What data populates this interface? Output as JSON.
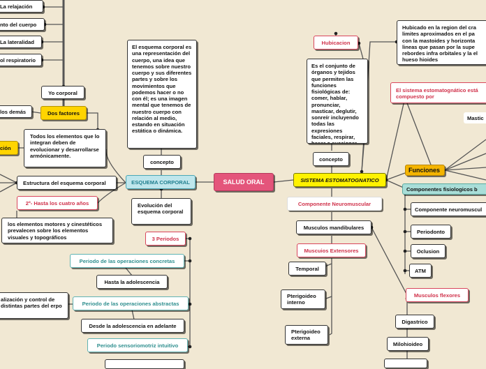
{
  "central": "SALUD ORAL",
  "left": {
    "esquema_corporal": "ESQUEMA CORPORAL",
    "concepto": "concepto",
    "definicion": "El esquema corporal es una representación del cuerpo, una idea que tenemos sobre nuestro cuerpo y sus diferentes partes y sobre los movimientos que podemos hacer o no con él; es una imagen mental que tenemos de nuestro cuerpo con relación al medio, estando en situación estática o dinámica.",
    "evolucion": "Evolución del esquema corporal",
    "tres_periodos": "3 Periodos",
    "periodo_concretas": "Periodo de las operaciones concretas",
    "hasta_adolescencia": "Hasta la adolescencia",
    "periodo_abstractas": "Periodo de las operaciones abstractas",
    "desde_adolescencia": "Desde la adolescencia en adelante",
    "periodo_sensoriomotriz": "Periodo sensoriomotriz intuitivo",
    "estructura": "Estructura del esquema corporal",
    "hasta_cuatro": "2º- Hasta los cuatro años",
    "motores": "los elementos motores y cinestéticos prevalecen sobre los elementos visuales y topográficos",
    "todos_elementos": "Todos los elementos que lo integran deben de evolucionar y desarrollarse armónicamente.",
    "dos_factores": "Dos factores",
    "yo_corporal": "Yo corporal",
    "los_demas": "los demás",
    "relajacion": "La relajación",
    "cuerpo": "nto del cuerpo",
    "lateralidad": "La lateralidad",
    "respiratorio": "ol respiratorio",
    "cion": "ción",
    "realizacion": "alización y control de distintas partes del erpo"
  },
  "right": {
    "sistema": "SISTEMA ESTOMATOGNATICO",
    "concepto": "concepto",
    "definicion": "Es el conjunto de órganos y tejidos que permiten las funciones fisiológicas de: comer, hablar, pronunciar, masticar, deglutir, sonreír incluyendo todas las expresiones faciales, respirar, besar o succionar",
    "ubicacion": "Hubicacion",
    "ubicacion_texto": "Hubicado en la region del cra limites aproximados en el pa con la mastoides y horizonta lineas que pasan por la supe rebordes infra orbitales y la el hueso hioides",
    "compuesto": "El sistema estomatognático está compuesto por",
    "mastic": "Mastic",
    "funciones": "Funciones",
    "componentes_fisio": "Componentes fisiologicos b",
    "comp_neuromuscular_r": "Componente neuromuscul",
    "periodonto": "Periodonto",
    "oclusion": "Oclusion",
    "atm": "ATM",
    "comp_neuromuscular": "Componente Neuromuscular",
    "musculos_mandibulares": "Musculos mandibulares",
    "musculos_extensores": "Muscuios Extensores",
    "temporal": "Temporal",
    "pterigoideo_interno": "Pterigoideo interno",
    "pterigoideo_externo": "Pterigoideo externa",
    "musculos_flexores": "Musculos flexores",
    "digastrico": "Digastrico",
    "milohioideo": "Milohioideo"
  },
  "colors": {
    "background": "#f1e8d3",
    "central": "#e4557b",
    "sistema": "#fff200",
    "esquema": "#bfe6ec",
    "accent_red": "#d9455c",
    "accent_teal": "#5fb3b3"
  }
}
